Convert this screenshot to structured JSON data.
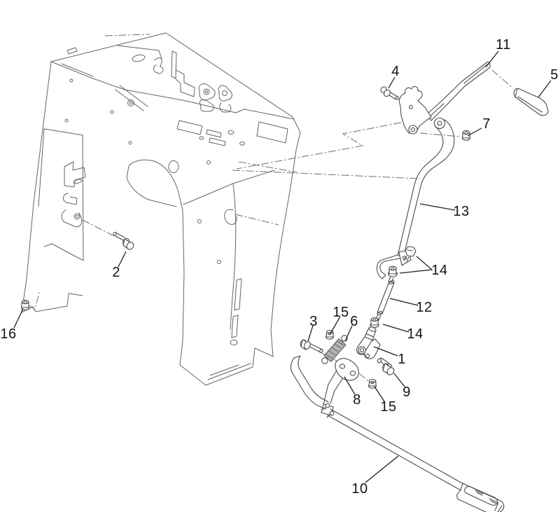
{
  "diagram": {
    "background": "#ffffff",
    "line_color": "#5a5a5a",
    "label_color": "#141414",
    "spring_fill": "#b3b3b3",
    "callouts": [
      {
        "label": "11"
      },
      {
        "label": "4"
      },
      {
        "label": "5"
      },
      {
        "label": "7"
      },
      {
        "label": "13"
      },
      {
        "label": "2"
      },
      {
        "label": "14"
      },
      {
        "label": "12"
      },
      {
        "label": "15"
      },
      {
        "label": "3"
      },
      {
        "label": "6"
      },
      {
        "label": "16"
      },
      {
        "label": "14"
      },
      {
        "label": "1"
      },
      {
        "label": "8"
      },
      {
        "label": "9"
      },
      {
        "label": "15"
      },
      {
        "label": "10"
      }
    ]
  }
}
